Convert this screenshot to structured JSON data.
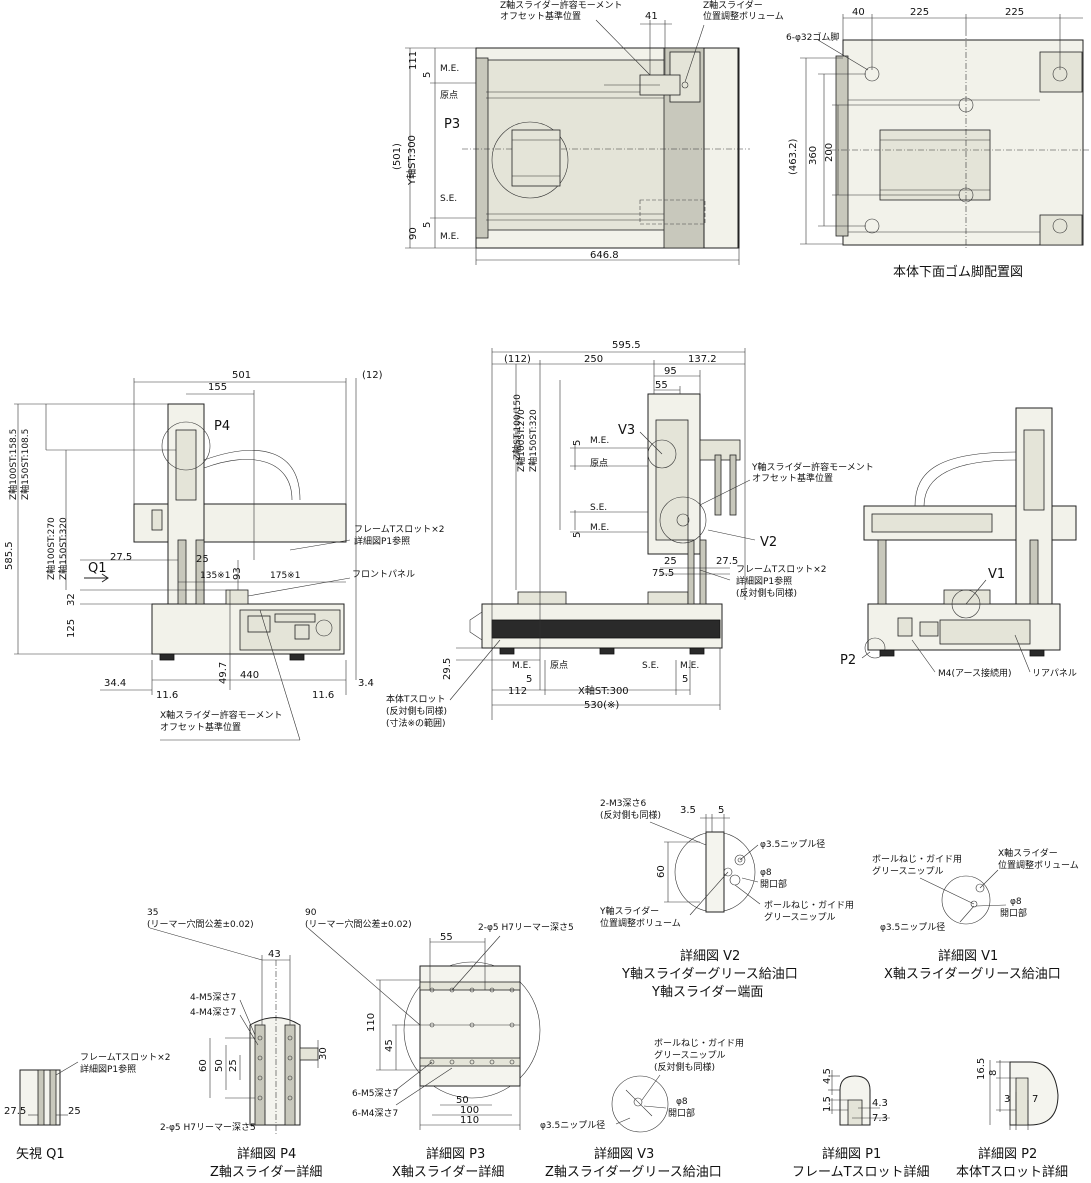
{
  "top_view": {
    "z_offset_note": [
      "Z軸スライダー許容モーメント",
      "オフセット基準位置"
    ],
    "z_adjust_note": [
      "Z軸スライダー",
      "位置調整ボリューム"
    ],
    "dim_41": "41",
    "dim_111": "111",
    "dim_5a": "5",
    "me_top": "M.E.",
    "origin": "原点",
    "dim_501": "(501)",
    "y_stroke": "Y軸ST:300",
    "p3": "P3",
    "se": "S.E.",
    "dim_5b": "5",
    "me_bottom": "M.E.",
    "dim_90": "90",
    "width": "646.8"
  },
  "bottom_view": {
    "dim_40": "40",
    "dim_225a": "225",
    "dim_225b": "225",
    "feet": "6-φ32ゴム脚",
    "dim_463": "(463.2)",
    "dim_360": "360",
    "dim_200": "200",
    "caption": "本体下面ゴム脚配置図"
  },
  "front_view": {
    "dim_501": "501",
    "dim_12": "(12)",
    "dim_155": "155",
    "p4": "P4",
    "z100": "Z軸100ST:158.5",
    "z150": "Z軸150ST:108.5",
    "z100b": "Z軸100ST:270",
    "z150b": "Z軸150ST:320",
    "dim_585": "585.5",
    "frame_slot": [
      "フレームTスロット×2",
      "詳細図P1参照"
    ],
    "q1": "Q1",
    "dim_27": "27.5",
    "dim_25": "25",
    "dim_135": "135※1",
    "dim_93": "93",
    "dim_175": "175※1",
    "front_panel": "フロントパネル",
    "dim_32": "32",
    "dim_125": "125",
    "dim_49": "49.7",
    "dim_34": "34.4",
    "dim_440": "440",
    "dim_3": "3.4",
    "dim_11a": "11.6",
    "dim_11b": "11.6",
    "x_offset": [
      "X軸スライダー許容モーメント",
      "オフセット基準位置"
    ]
  },
  "side_view": {
    "dim_595": "595.5",
    "dim_112": "(112)",
    "dim_250": "250",
    "dim_137": "137.2",
    "dim_95": "95",
    "dim_55": "55",
    "z100": "Z軸100ST:270",
    "z150": "Z軸150ST:320",
    "zst": "Z軸ST:100/150",
    "v3": "V3",
    "dim_5a": "5",
    "me1": "M.E.",
    "origin1": "原点",
    "y_offset": [
      "Y軸スライダー許容モーメント",
      "オフセット基準位置"
    ],
    "se1": "S.E.",
    "dim_5b": "5",
    "me2": "M.E.",
    "v2": "V2",
    "dim_25": "25",
    "dim_27": "27.5",
    "dim_75": "75.5",
    "slot_note": [
      "フレームTスロット×2",
      "詳細図P1参照",
      "(反対側も同様)"
    ],
    "dim_29": "29.5",
    "me3": "M.E.",
    "origin2": "原点",
    "se2": "S.E.",
    "me4": "M.E.",
    "dim_5c": "5",
    "dim_5d": "5",
    "dim_112b": "112",
    "x_stroke": "X軸ST:300",
    "dim_530": "530(※)",
    "body_slot": [
      "本体Tスロット",
      "(反対側も同様)",
      "(寸法※の範囲)"
    ]
  },
  "rear_view": {
    "v1": "V1",
    "p2": "P2",
    "earth": "M4(アース接続用)",
    "rear_panel": "リアパネル"
  },
  "detail_q1": {
    "note": [
      "フレームTスロット×2",
      "詳細図P1参照"
    ],
    "dim_27": "27.5",
    "dim_25": "25",
    "caption": "矢視 Q1"
  },
  "detail_p4": {
    "dim_35": "35",
    "tol": "(リーマー穴間公差±0.02)",
    "dim_43": "43",
    "m5": "4-M5深さ7",
    "m4": "4-M4深さ7",
    "dim_60": "60",
    "dim_50": "50",
    "dim_25": "25",
    "dim_30": "30",
    "reamer": "2-φ5 H7リーマー深さ5",
    "caption1": "詳細図 P4",
    "caption2": "Z軸スライダー詳細"
  },
  "detail_p3": {
    "dim_90": "90",
    "tol": "(リーマー穴間公差±0.02)",
    "dim_55": "55",
    "reamer": "2-φ5 H7リーマー深さ5",
    "dim_110v": "110",
    "dim_45": "45",
    "m5": "6-M5深さ7",
    "m4": "6-M4深さ7",
    "dim_50": "50",
    "dim_100": "100",
    "dim_110": "110",
    "caption1": "詳細図 P3",
    "caption2": "X軸スライダー詳細"
  },
  "detail_v2": {
    "m3": "2-M3深さ6",
    "same": "(反対側も同様)",
    "dim_35": "3.5",
    "dim_5": "5",
    "nipple": "φ3.5ニップル径",
    "phi8": "φ8",
    "opening": "開口部",
    "ball": [
      "ボールねじ・ガイド用",
      "グリースニップル"
    ],
    "dim_60": "60",
    "y_adj": [
      "Y軸スライダー",
      "位置調整ボリューム"
    ],
    "caption1": "詳細図 V2",
    "caption2": "Y軸スライダーグリース給油口",
    "caption3": "Y軸スライダー端面"
  },
  "detail_v1": {
    "x_adj": [
      "X軸スライダー",
      "位置調整ボリューム"
    ],
    "ball": [
      "ボールねじ・ガイド用",
      "グリースニップル"
    ],
    "phi8": "φ8",
    "opening": "開口部",
    "nipple": "φ3.5ニップル径",
    "caption1": "詳細図 V1",
    "caption2": "X軸スライダーグリース給油口"
  },
  "detail_v3": {
    "ball": [
      "ボールねじ・ガイド用",
      "グリースニップル",
      "(反対側も同様)"
    ],
    "phi8": "φ8",
    "opening": "開口部",
    "nipple": "φ3.5ニップル径",
    "caption1": "詳細図 V3",
    "caption2": "Z軸スライダーグリース給油口"
  },
  "detail_p1": {
    "dim_45": "4.5",
    "dim_15": "1.5",
    "dim_43": "4.3",
    "dim_73": "7.3",
    "caption1": "詳細図 P1",
    "caption2": "フレームTスロット詳細"
  },
  "detail_p2": {
    "dim_165": "16.5",
    "dim_8": "8",
    "dim_3": "3",
    "dim_7": "7",
    "caption1": "詳細図 P2",
    "caption2": "本体Tスロット詳細"
  }
}
